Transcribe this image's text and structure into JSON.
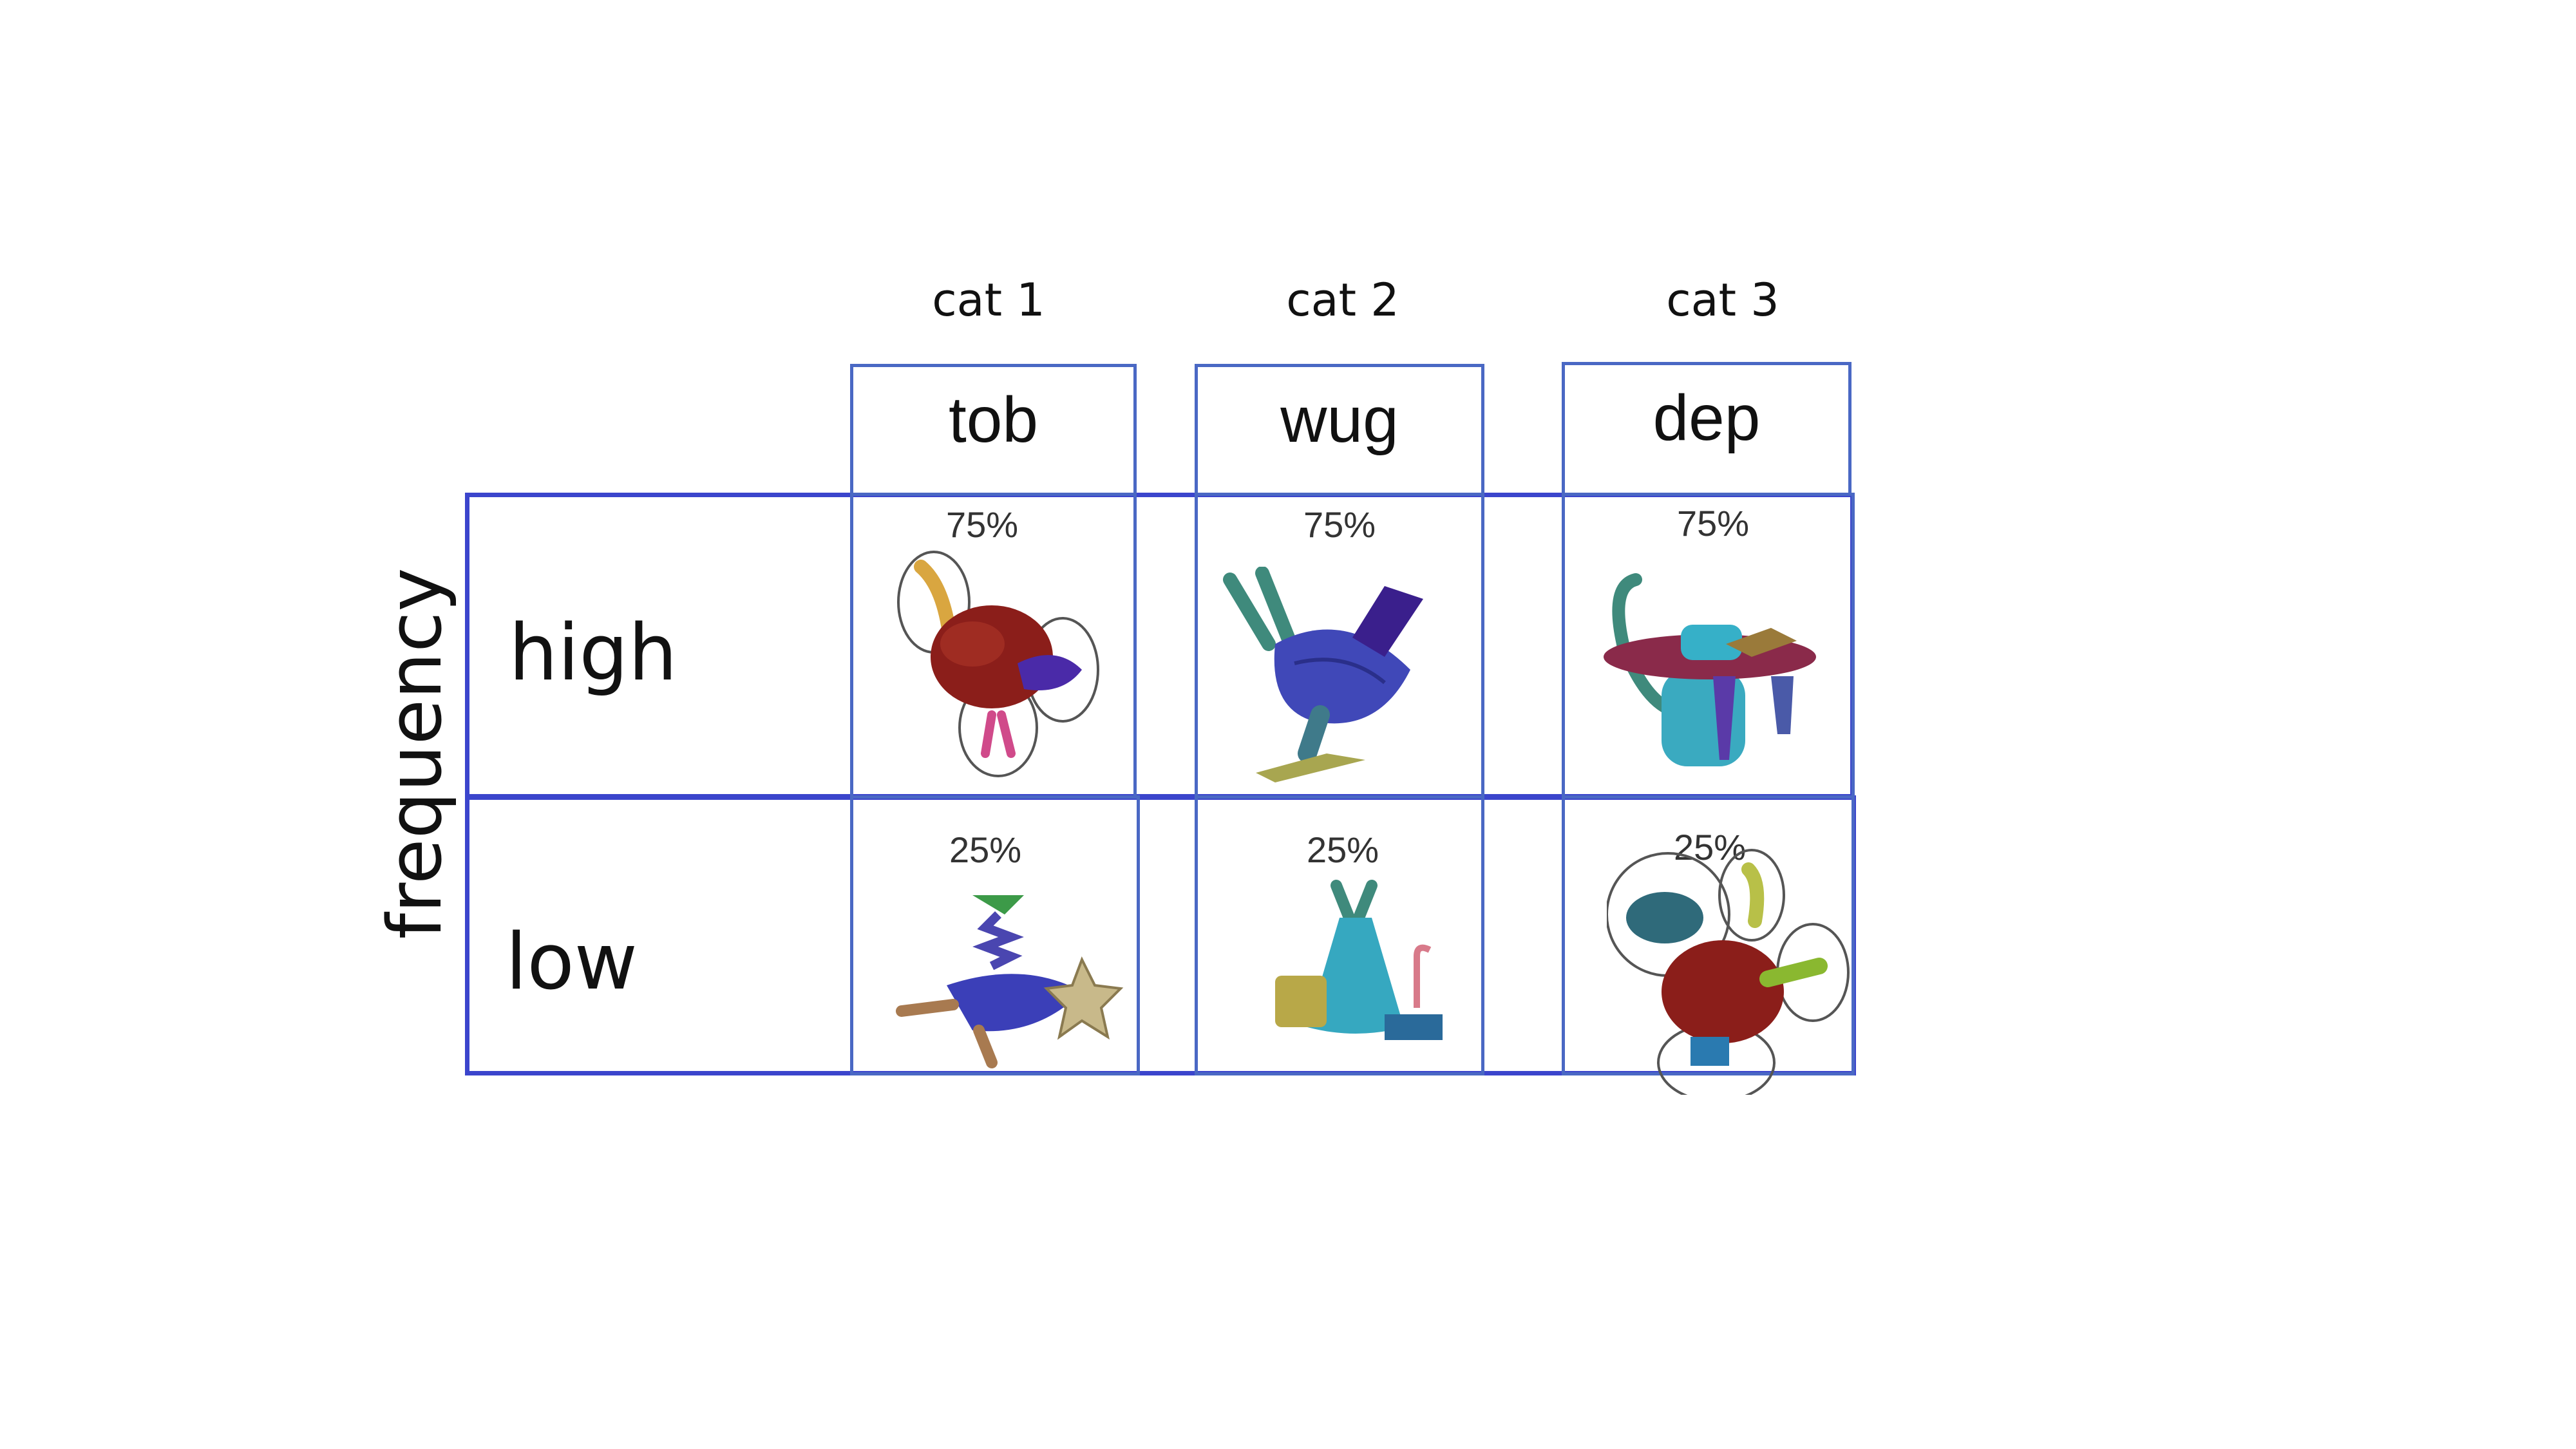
{
  "axis_label": "frequency",
  "columns": [
    {
      "category": "cat 1",
      "word": "tob"
    },
    {
      "category": "cat 2",
      "word": "wug"
    },
    {
      "category": "cat 3",
      "word": "dep"
    }
  ],
  "rows": [
    {
      "label": "high",
      "cells": [
        "75%",
        "75%",
        "75%"
      ]
    },
    {
      "label": "low",
      "cells": [
        "25%",
        "25%",
        "25%"
      ]
    }
  ],
  "colors": {
    "border": "#3b45cc",
    "header_border": "#4a68c4"
  },
  "images": [
    "novel-object-tob-high",
    "novel-object-wug-high",
    "novel-object-dep-high",
    "novel-object-tob-low",
    "novel-object-wug-low",
    "novel-object-dep-low"
  ]
}
